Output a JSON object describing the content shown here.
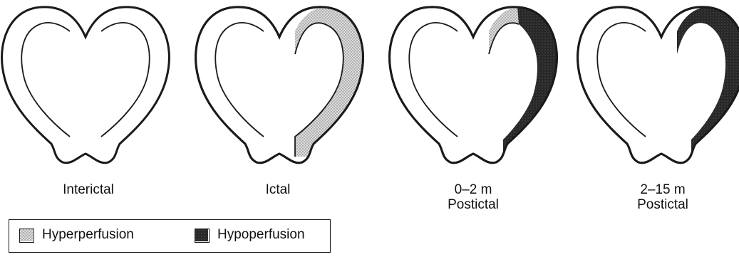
{
  "panels": [
    {
      "caption_line1": "Interictal",
      "caption_line2": "",
      "hyperperfusion": "none",
      "hypoperfusion": "none"
    },
    {
      "caption_line1": "Ictal",
      "caption_line2": "",
      "hyperperfusion": "right-hemisphere-full",
      "hypoperfusion": "none"
    },
    {
      "caption_line1": "0–2 m",
      "caption_line2": "Postictal",
      "hyperperfusion": "right-hemisphere-top",
      "hypoperfusion": "right-hemisphere-lateral"
    },
    {
      "caption_line1": "2–15 m",
      "caption_line2": "Postictal",
      "hyperperfusion": "none",
      "hypoperfusion": "right-hemisphere-full"
    }
  ],
  "legend": {
    "hyperperfusion_label": "Hyperperfusion",
    "hypoperfusion_label": "Hypoperfusion"
  },
  "colors": {
    "outline": "#1a1a1a",
    "hyperperfusion_fill": "#d4d4d4",
    "hypoperfusion_fill": "#262626"
  }
}
